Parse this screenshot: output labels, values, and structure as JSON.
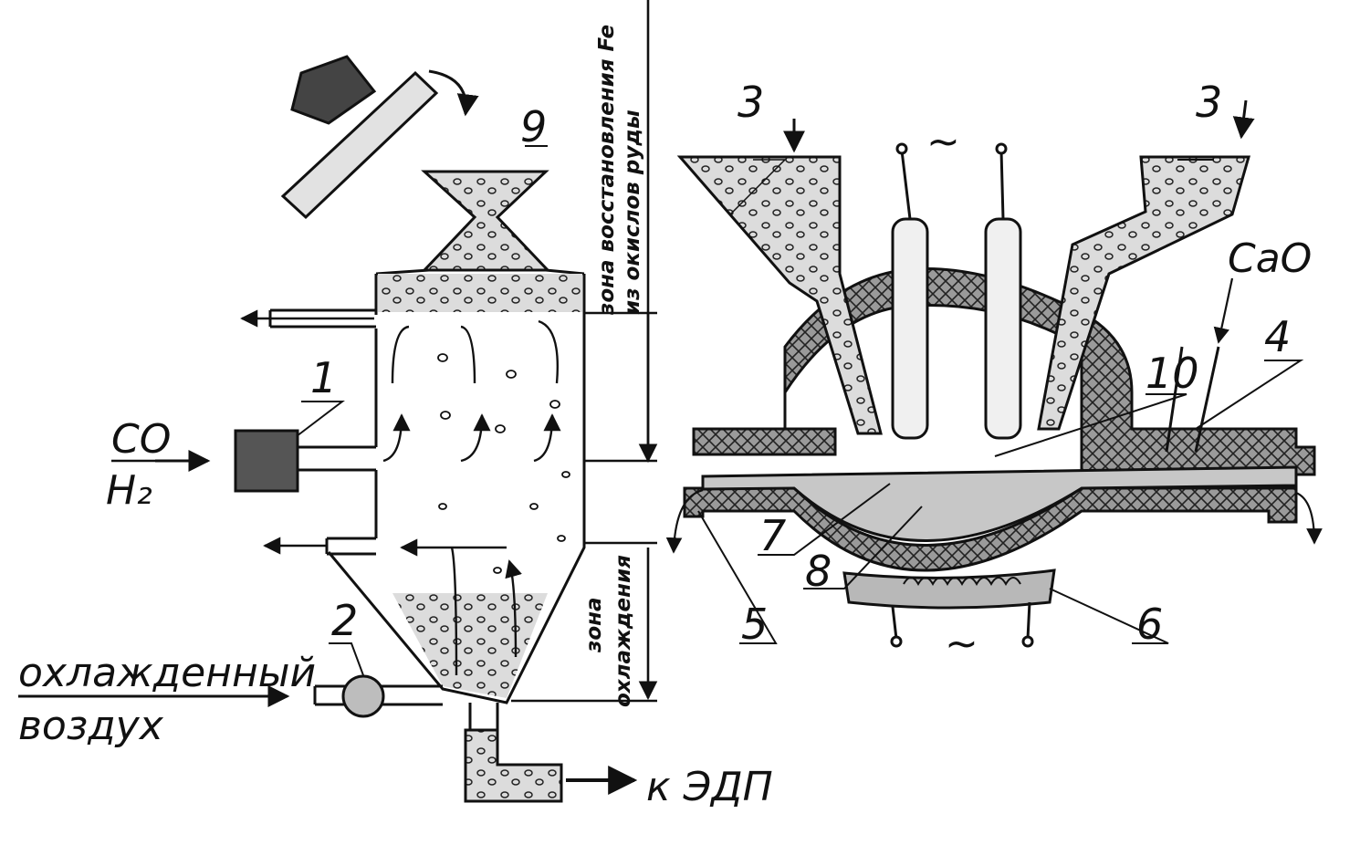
{
  "labels": {
    "inlet_gas_top": "CO",
    "inlet_gas_bottom": "H₂",
    "air_top": "охлажденный",
    "air_bottom": "воздух",
    "output": "к ЭДП",
    "lime": "CaO",
    "ac_symbol": "~",
    "zone_reduction_line1": "зона восстановления Fe",
    "zone_reduction_line2": "из окислов руды",
    "zone_cooling_line1": "зона",
    "zone_cooling_line2": "охлаждения"
  },
  "numbers": {
    "n1": "1",
    "n2": "2",
    "n3_left": "3",
    "n3_right": "3",
    "n4": "4",
    "n5": "5",
    "n6": "6",
    "n7": "7",
    "n8": "8",
    "n9": "9",
    "n10": "10"
  },
  "colors": {
    "ink": "#111111",
    "refractory": "#7a7a7a",
    "charge": "#d6d6d6",
    "melt": "#c4c4c4"
  }
}
